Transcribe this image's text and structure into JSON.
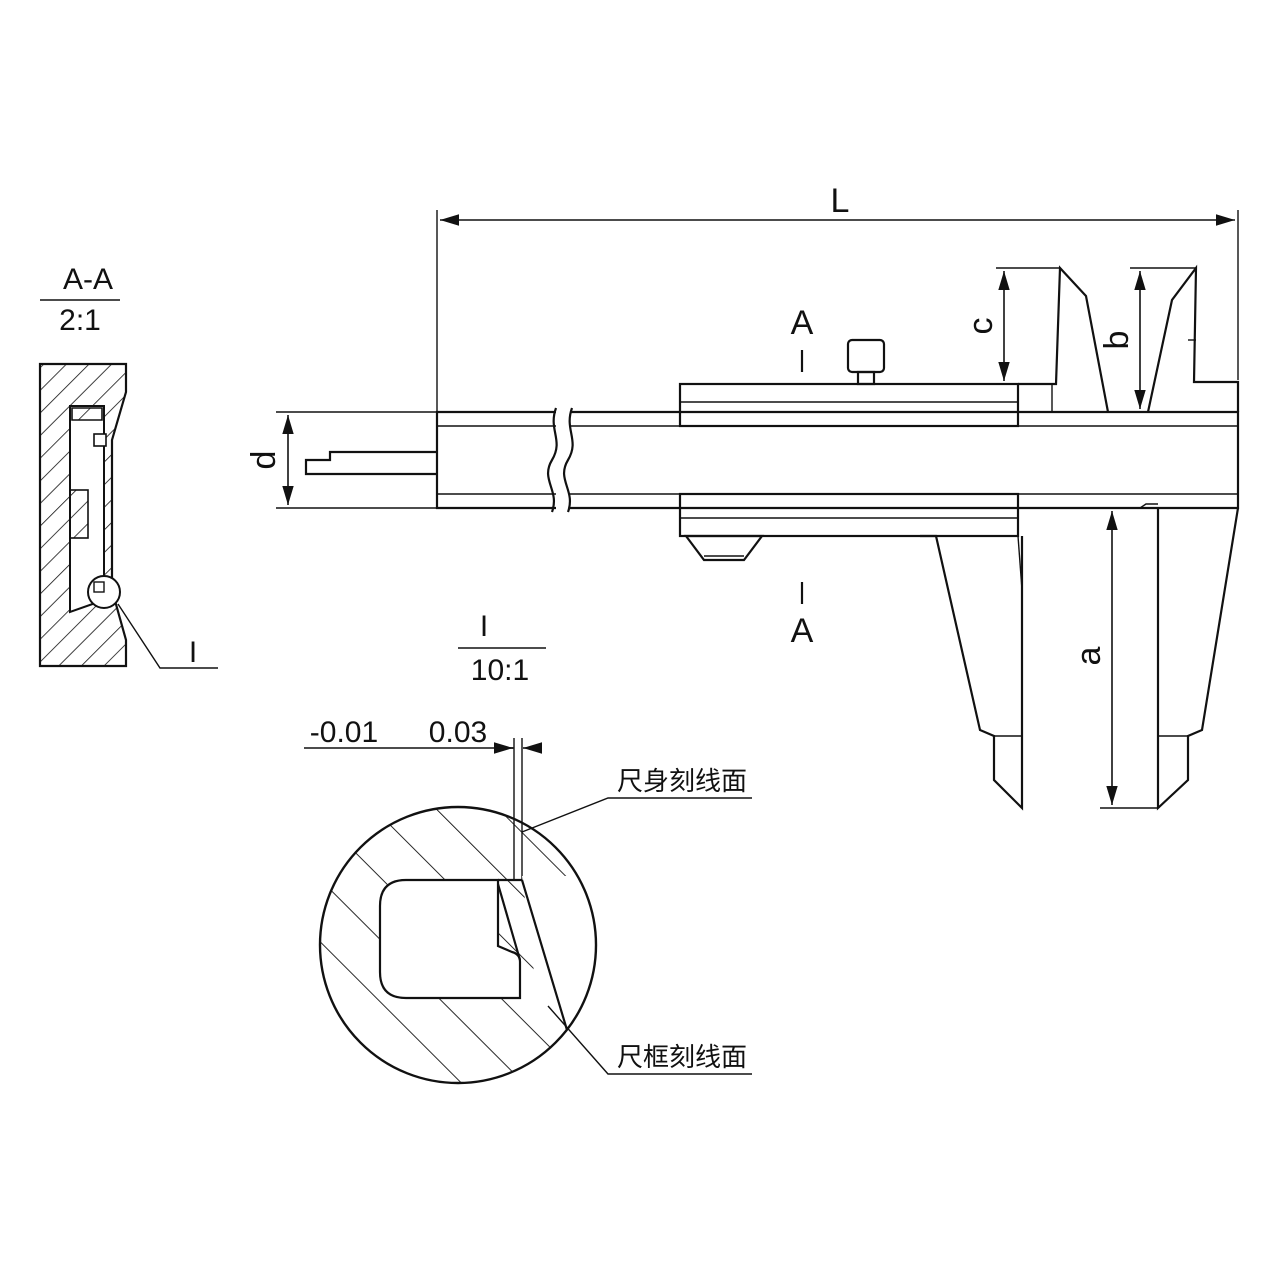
{
  "labels": {
    "overall_length": "L",
    "height_c": "c",
    "height_b": "b",
    "height_a": "a",
    "height_d": "d",
    "section_top": "A",
    "section_bottom": "A",
    "section_title": "A-A",
    "section_scale": "2:1",
    "detail_marker": "I",
    "detail_title": "I",
    "detail_scale": "10:1",
    "tol_minus": "-0.01",
    "tol_plus": "0.03",
    "ruler_surface": "尺身刻线面",
    "frame_surface": "尺框刻线面"
  },
  "colors": {
    "line": "#111111",
    "background": "#ffffff"
  }
}
